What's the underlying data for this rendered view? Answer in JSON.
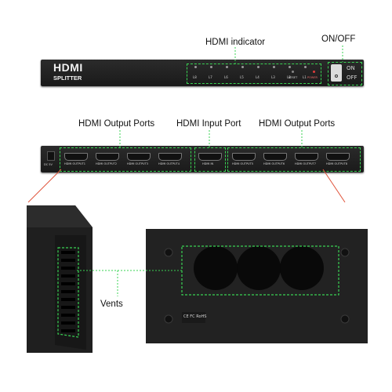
{
  "callouts": {
    "indicator": "HDMI indicator",
    "onoff": "ON/OFF",
    "output_left": "HDMI Output Ports",
    "input": "HDMI Input Port",
    "output_right": "HDMI Output Ports",
    "vents": "Vents"
  },
  "front_panel": {
    "logo_line1": "HDMI",
    "logo_line2": "SPLITTER",
    "led_labels": [
      "L8",
      "L7",
      "L6",
      "L5",
      "L4",
      "L3",
      "L2",
      "L1"
    ],
    "reset": "RESET",
    "power": "POWER",
    "switch_on": "ON",
    "switch_off": "OFF"
  },
  "rear_panel": {
    "dc_label": "DC 5V",
    "left_ports": [
      "HDMI OUTPUT1",
      "HDMI OUTPUT2",
      "HDMI OUTPUT3",
      "HDMI OUTPUT4"
    ],
    "input_port": "HDMI IN",
    "right_ports": [
      "HDMI OUTPUT5",
      "HDMI OUTPUT6",
      "HDMI OUTPUT7",
      "HDMI OUTPUT8"
    ]
  },
  "bottom_panel": {
    "marks": "CE FC RoHS"
  },
  "colors": {
    "callout_green": "#39d353",
    "leader_red": "#e0533a",
    "device_black": "#1e1e1e"
  }
}
